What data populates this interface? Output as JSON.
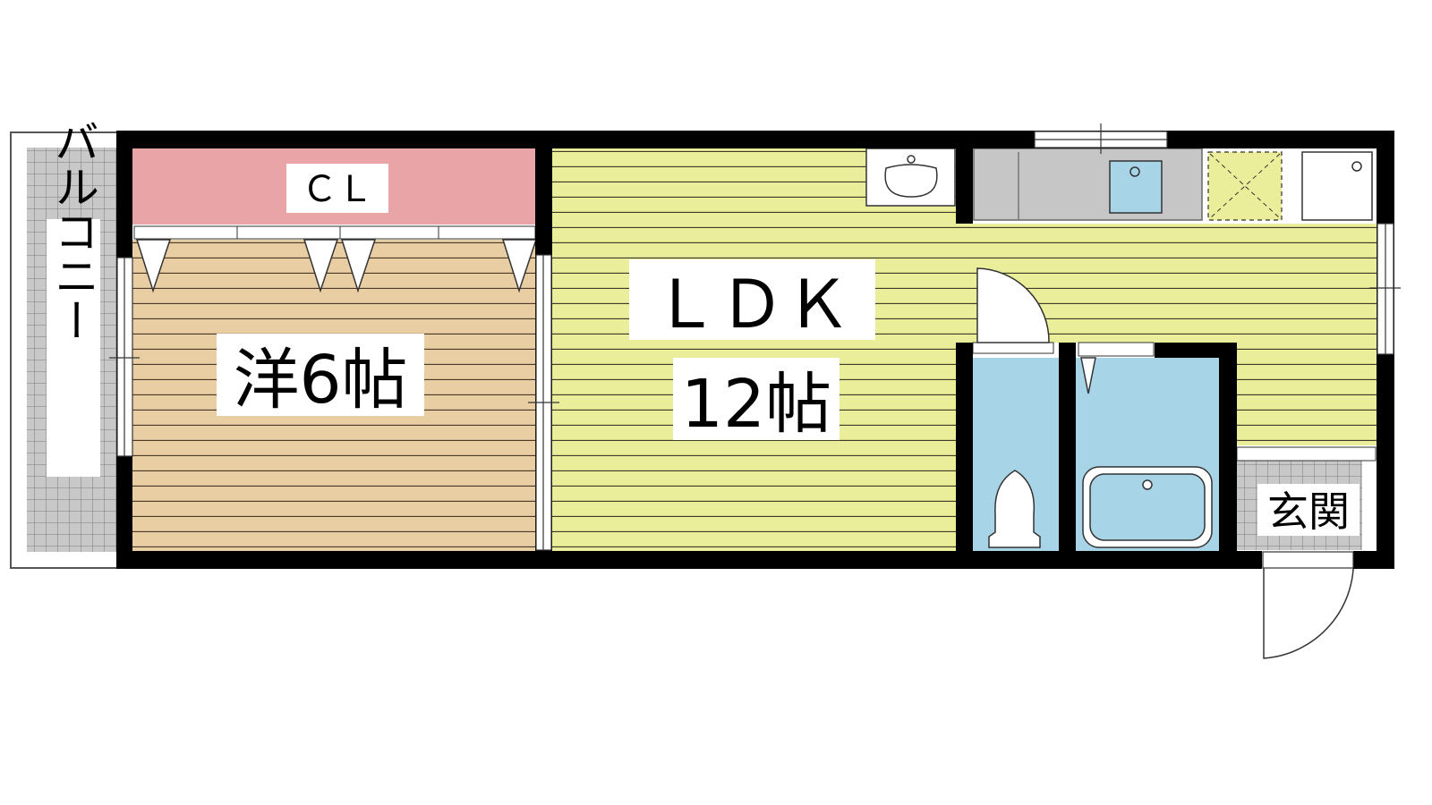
{
  "plan": {
    "closet_label": "ＣＬ",
    "western_room_label": "洋6帖",
    "ldk_label": "ＬＤＫ",
    "ldk_size_label": "12帖",
    "balcony_label": "バルコニー",
    "entrance_label": "玄関"
  },
  "colors": {
    "wall": "#000000",
    "closet": "#e8a4a6",
    "western_floor": "#e9cda3",
    "ldk_floor": "#eaed99",
    "wet_area": "#a8d4e8",
    "kitchen_counter": "#c6c6c6",
    "tile": "#c8c8c8"
  }
}
